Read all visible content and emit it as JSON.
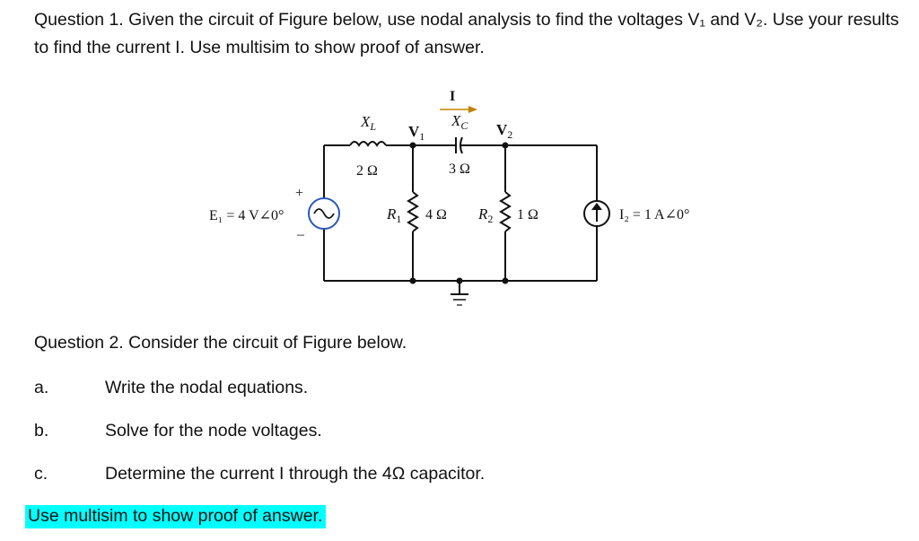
{
  "question1": {
    "text": "Question 1. Given the circuit of Figure below, use nodal analysis to find the voltages V₁ and V₂. Use your results to find the current I. Use multisim to show proof of answer."
  },
  "circuit": {
    "current_label": "I",
    "xl_label": "X",
    "xl_sub": "L",
    "xl_value": "2 Ω",
    "v1_label": "V",
    "v1_sub": "1",
    "xc_label": "X",
    "xc_sub": "C",
    "xc_value": "3 Ω",
    "v2_label": "V",
    "v2_sub": "2",
    "e1_label": "E₁ = 4 V∠0°",
    "plus": "+",
    "minus": "–",
    "r1_label": "R",
    "r1_sub": "1",
    "r1_value": "4 Ω",
    "r2_label": "R",
    "r2_sub": "2",
    "r2_value": "1 Ω",
    "i2_label": "I₂ = 1 A∠0°"
  },
  "question2": {
    "title": "Question 2. Consider the circuit of Figure below.",
    "items": [
      {
        "label": "a.",
        "text": "Write the nodal equations."
      },
      {
        "label": "b.",
        "text": "Solve for the node voltages."
      },
      {
        "label": "c.",
        "text": "Determine the current I through the 4Ω capacitor."
      }
    ],
    "note": "Use multisim to show proof of answer."
  },
  "colors": {
    "source_circle": "#2b57b8",
    "highlight": "#00ffff"
  }
}
